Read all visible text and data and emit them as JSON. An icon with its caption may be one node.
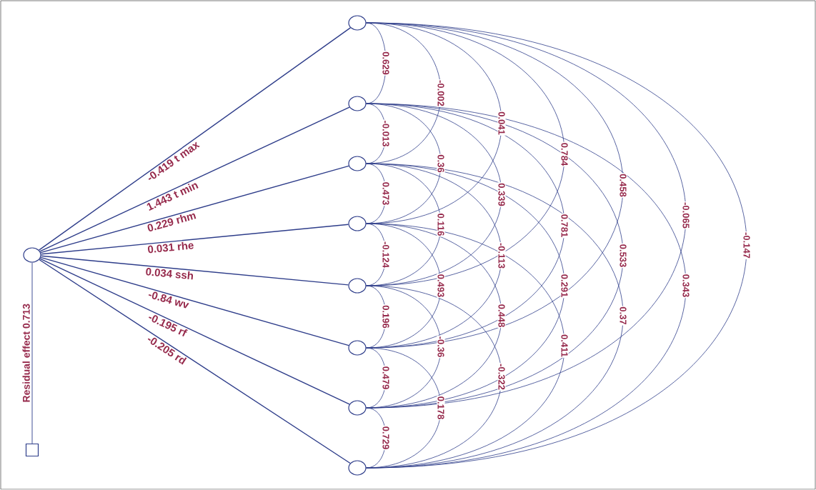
{
  "diagram": {
    "nodes": [
      {
        "text": [],
        "shape": "circle"
      },
      {
        "text": [],
        "shape": "circle"
      },
      {
        "text": [],
        "shape": "circle"
      },
      {
        "text": [],
        "shape": "circle"
      },
      {
        "text": [],
        "shape": "circle"
      },
      {
        "text": [],
        "shape": "circle"
      },
      {
        "text": [],
        "shape": "circle"
      },
      {
        "text": [],
        "shape": "circle"
      },
      {
        "text": [],
        "shape": "circle"
      },
      {
        "text": [],
        "shape": "box"
      }
    ],
    "edges": [
      {
        "from": 1,
        "to": 0,
        "arrow": "none",
        "label": "-0.419 t max"
      },
      {
        "from": 2,
        "to": 0,
        "arrow": "none",
        "label": "1.443 t min"
      },
      {
        "from": 3,
        "to": 0,
        "arrow": "none",
        "label": "0.229 rhm"
      },
      {
        "from": 4,
        "to": 0,
        "arrow": "none",
        "label": "0.031 rhe"
      },
      {
        "from": 5,
        "to": 0,
        "arrow": "none",
        "label": "0.034 ssh"
      },
      {
        "from": 6,
        "to": 0,
        "arrow": "none",
        "label": "-0.84 wv"
      },
      {
        "from": 7,
        "to": 0,
        "arrow": "none",
        "label": "-0.195 rf"
      },
      {
        "from": 8,
        "to": 0,
        "arrow": "none",
        "label": "-0.205 rd"
      },
      {
        "from": 9,
        "to": 0,
        "arrow": "none",
        "label": "Residual effect 0.713"
      },
      {
        "from": 1,
        "to": 2,
        "arrow": "none",
        "label": "0.629"
      },
      {
        "from": 1,
        "to": 3,
        "arrow": "none",
        "label": "-0.002"
      },
      {
        "from": 1,
        "to": 4,
        "arrow": "none",
        "label": "0.041"
      },
      {
        "from": 1,
        "to": 5,
        "arrow": "none",
        "label": "0.784"
      },
      {
        "from": 1,
        "to": 6,
        "arrow": "none",
        "label": "0.458"
      },
      {
        "from": 1,
        "to": 7,
        "arrow": "none",
        "label": "-0.065"
      },
      {
        "from": 1,
        "to": 8,
        "arrow": "none",
        "label": "-0.147"
      },
      {
        "from": 2,
        "to": 3,
        "arrow": "none",
        "label": "-0.013"
      },
      {
        "from": 2,
        "to": 4,
        "arrow": "none",
        "label": "0.36"
      },
      {
        "from": 2,
        "to": 5,
        "arrow": "none",
        "label": "0.339"
      },
      {
        "from": 2,
        "to": 6,
        "arrow": "none",
        "label": "0.781"
      },
      {
        "from": 2,
        "to": 7,
        "arrow": "none",
        "label": "0.533"
      },
      {
        "from": 2,
        "to": 8,
        "arrow": "none",
        "label": "0.343"
      },
      {
        "from": 3,
        "to": 4,
        "arrow": "none",
        "label": "0.473"
      },
      {
        "from": 3,
        "to": 5,
        "arrow": "none",
        "label": "0.116"
      },
      {
        "from": 3,
        "to": 6,
        "arrow": "none",
        "label": "-0.113"
      },
      {
        "from": 3,
        "to": 7,
        "arrow": "none",
        "label": "0.291"
      },
      {
        "from": 3,
        "to": 8,
        "arrow": "none",
        "label": "0.37"
      },
      {
        "from": 4,
        "to": 5,
        "arrow": "none",
        "label": "-0.124"
      },
      {
        "from": 4,
        "to": 6,
        "arrow": "none",
        "label": "0.493"
      },
      {
        "from": 4,
        "to": 7,
        "arrow": "none",
        "label": "0.448"
      },
      {
        "from": 4,
        "to": 8,
        "arrow": "none",
        "label": "0.411"
      },
      {
        "from": 5,
        "to": 6,
        "arrow": "none",
        "label": "0.196"
      },
      {
        "from": 5,
        "to": 7,
        "arrow": "none",
        "label": "-0.36"
      },
      {
        "from": 5,
        "to": 8,
        "arrow": "none",
        "label": "-0.322"
      },
      {
        "from": 6,
        "to": 7,
        "arrow": "none",
        "label": "0.479"
      },
      {
        "from": 6,
        "to": 8,
        "arrow": "none",
        "label": "0.178"
      },
      {
        "from": 7,
        "to": 8,
        "arrow": "none",
        "label": "0.729"
      }
    ]
  }
}
